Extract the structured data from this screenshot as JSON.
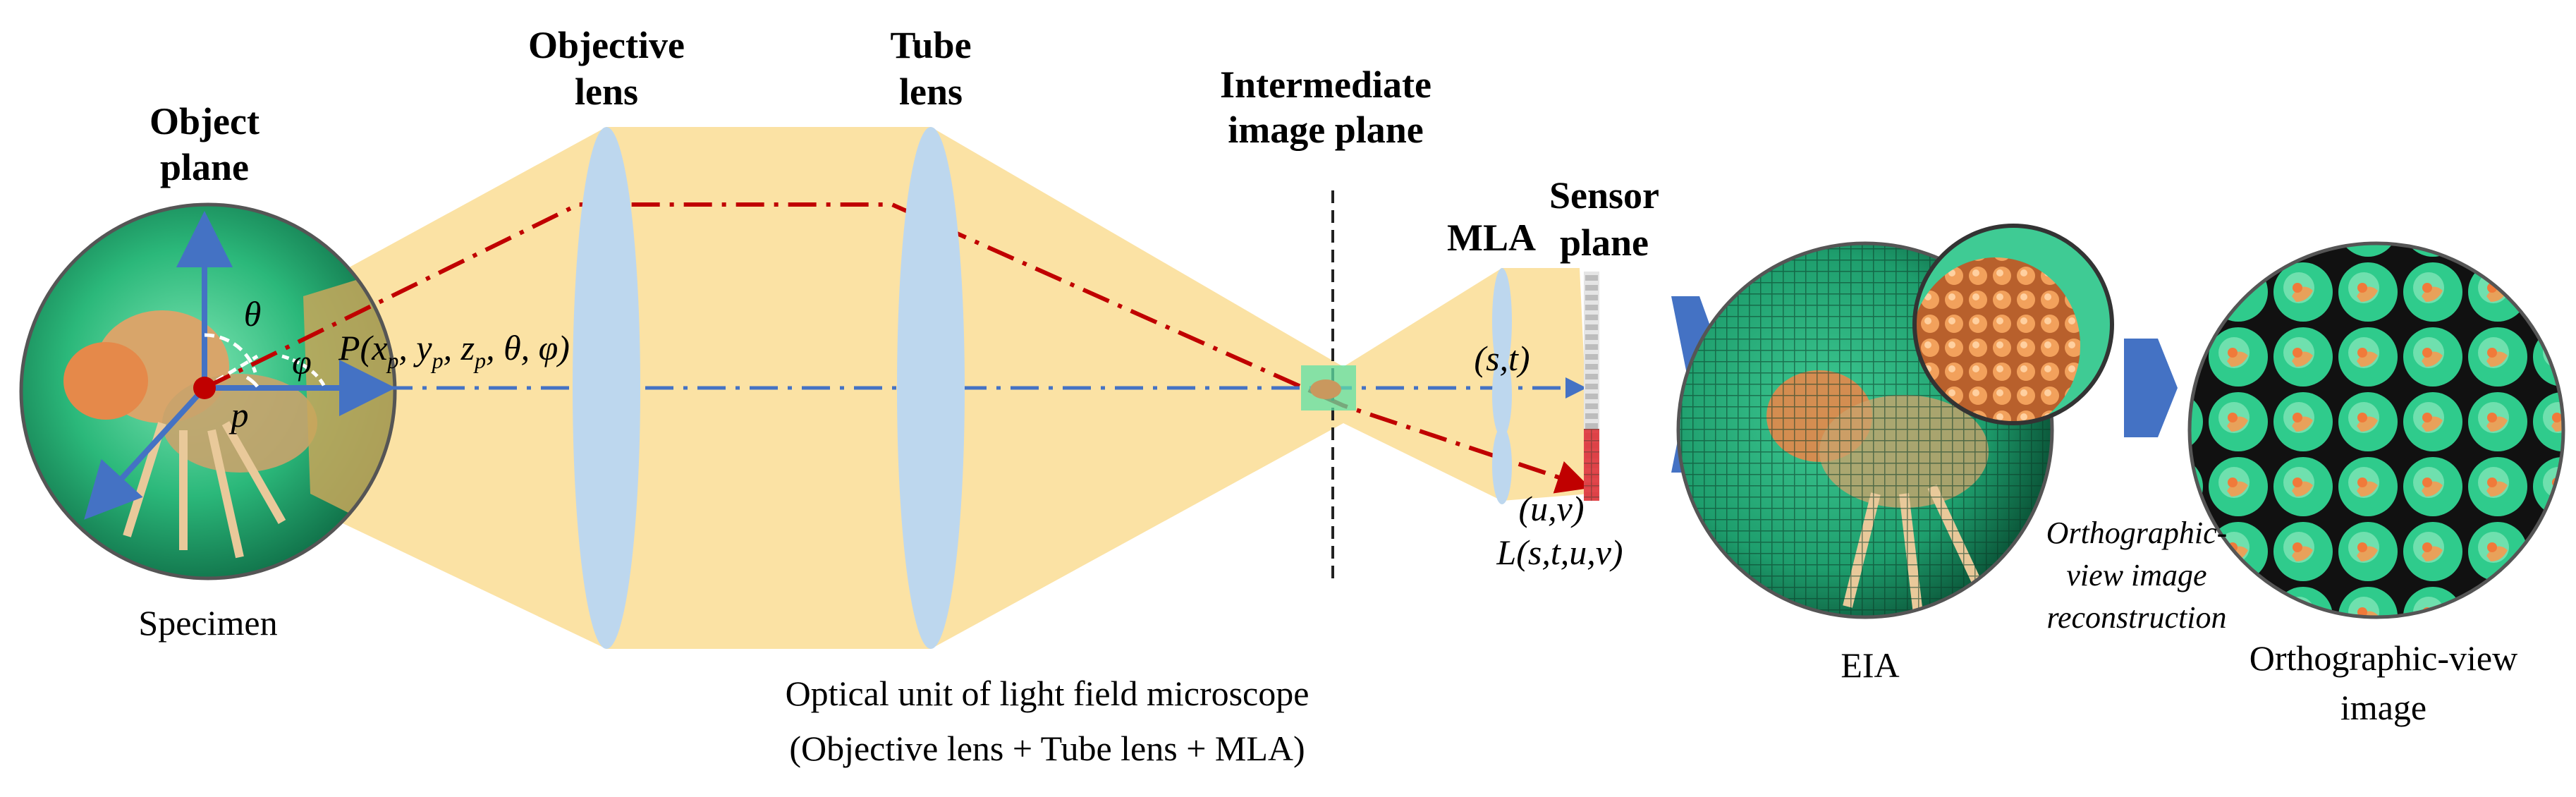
{
  "labels": {
    "object_plane": [
      "Object",
      "plane"
    ],
    "objective_lens": [
      "Objective",
      "lens"
    ],
    "tube_lens": [
      "Tube",
      "lens"
    ],
    "intermediate_image_plane": [
      "Intermediate",
      "image plane"
    ],
    "mla": "MLA",
    "sensor_plane": [
      "Sensor",
      "plane"
    ],
    "specimen": "Specimen",
    "theta": "θ",
    "phi": "φ",
    "p": "p",
    "point_label": {
      "P": "P(",
      "x": "x",
      "y": "y",
      "z": "z",
      "sub": "p",
      "tail": "θ, φ)"
    },
    "st": "(s,t)",
    "uv": "(u,v)",
    "lf": "L(s,t,u,v)",
    "optical_unit": [
      "Optical unit of light field microscope",
      "(Objective lens + Tube lens + MLA)"
    ],
    "eia": "EIA",
    "reconstruction": [
      "Orthographic-",
      "view image",
      "reconstruction"
    ],
    "ortho_image": [
      "Orthographic-view",
      "image"
    ]
  },
  "colors": {
    "beam": "#FBE2A4",
    "lens": "#BDD7EE",
    "ray_red": "#C00000",
    "ray_blue": "#4472C4",
    "arrow_blue": "#4472C4",
    "specimen_green": "#2BB87A",
    "sensor_red": "#E0343A"
  },
  "icons": {
    "process_arrow": "right-block-arrow",
    "axis_arrow": "vector-arrow"
  }
}
